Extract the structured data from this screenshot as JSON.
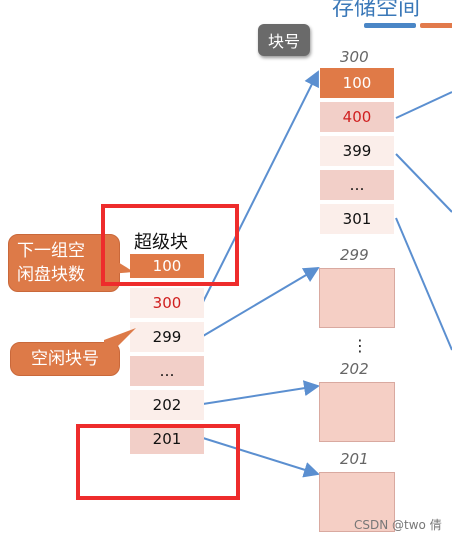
{
  "header": {
    "title": "存储空间"
  },
  "tags": {
    "block_number": "块号"
  },
  "callouts": {
    "next_group": "下一组空\n闲盘块数",
    "free_block": "空闲块号"
  },
  "superblock": {
    "label": "超级块",
    "cells": [
      "100",
      "300",
      "299",
      "…",
      "202",
      "201"
    ]
  },
  "block300": {
    "label": "300",
    "cells": [
      "100",
      "400",
      "399",
      "…",
      "301"
    ]
  },
  "block299": {
    "label": "299"
  },
  "dots": "⋮",
  "block202": {
    "label": "202"
  },
  "block201": {
    "label": "201"
  },
  "watermark": "CSDN @two 倩",
  "colors": {
    "orange": "#e07a47",
    "pink": "#f2cfc8",
    "light": "#fbeeea",
    "red_text": "#d02020",
    "arrow": "#5b8fd0",
    "red_box": "#ee2c2c"
  }
}
